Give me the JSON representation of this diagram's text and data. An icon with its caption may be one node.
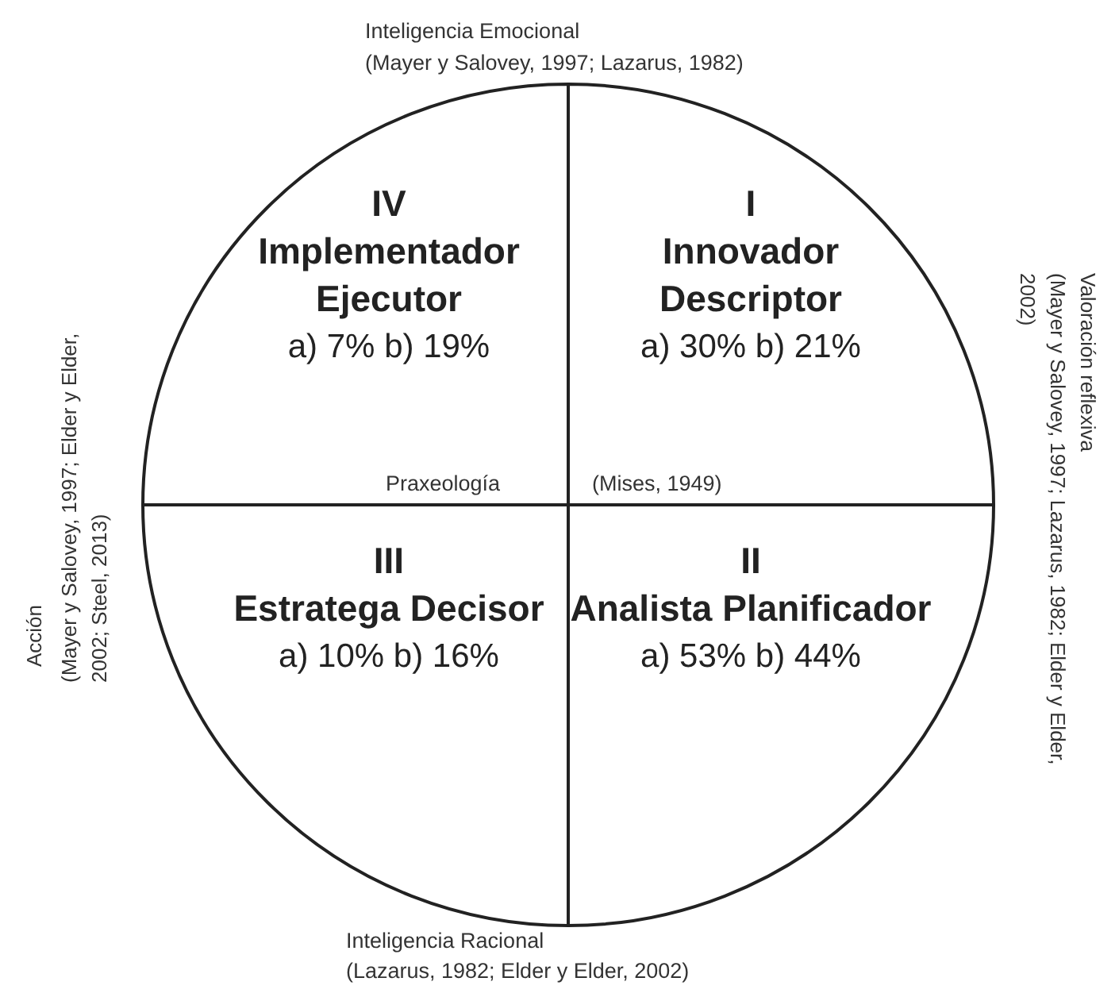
{
  "diagram": {
    "nodes": [
      {
        "text": [
          "IV",
          "Implementador Ejecutor",
          "a) 7% b) 19%"
        ]
      },
      {
        "text": [
          "I",
          "Innovador Descriptor",
          "a) 30% b) 21%"
        ]
      },
      {
        "text": [
          "III",
          "Estratega Decisor",
          "a) 10% b) 16%"
        ]
      },
      {
        "text": [
          "II",
          "Analista Planificador",
          "a) 53% b) 44%"
        ]
      }
    ],
    "labels": [
      "Inteligencia Emocional",
      "(Mayer y Salovey, 1997; Lazarus, 1982)",
      "Acción",
      "(Mayer y Salovey, 1997; Elder y Elder, 2002; Steel, 2013)",
      "Valoración reflexiva",
      "(Mayer y Salovey, 1997; Lazarus, 1982; Elder y Elder, 2002)",
      "Praxeología",
      "(Mises, 1949)",
      "Inteligencia Racional",
      "(Lazarus, 1982; Elder y Elder, 2002)"
    ]
  }
}
